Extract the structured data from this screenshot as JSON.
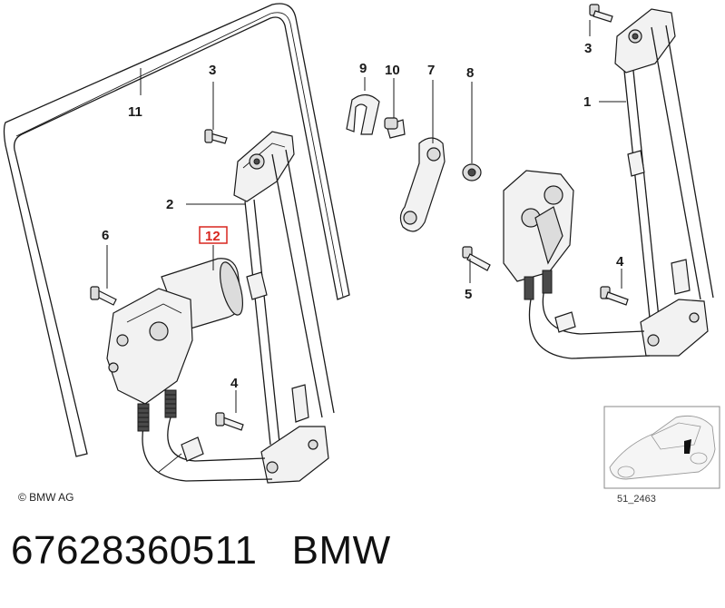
{
  "diagram": {
    "callouts": {
      "c1": "1",
      "c2": "2",
      "c3a": "3",
      "c3b": "3",
      "c4a": "4",
      "c4b": "4",
      "c5": "5",
      "c6": "6",
      "c7": "7",
      "c8": "8",
      "c9": "9",
      "c10": "10",
      "c11": "11",
      "c12": "12"
    },
    "highlight_color": "#d8261f",
    "copyright": "© BMW AG",
    "thumbnail_ref": "51_2463"
  },
  "footer": {
    "part_number": "67628360511",
    "brand": "BMW"
  }
}
